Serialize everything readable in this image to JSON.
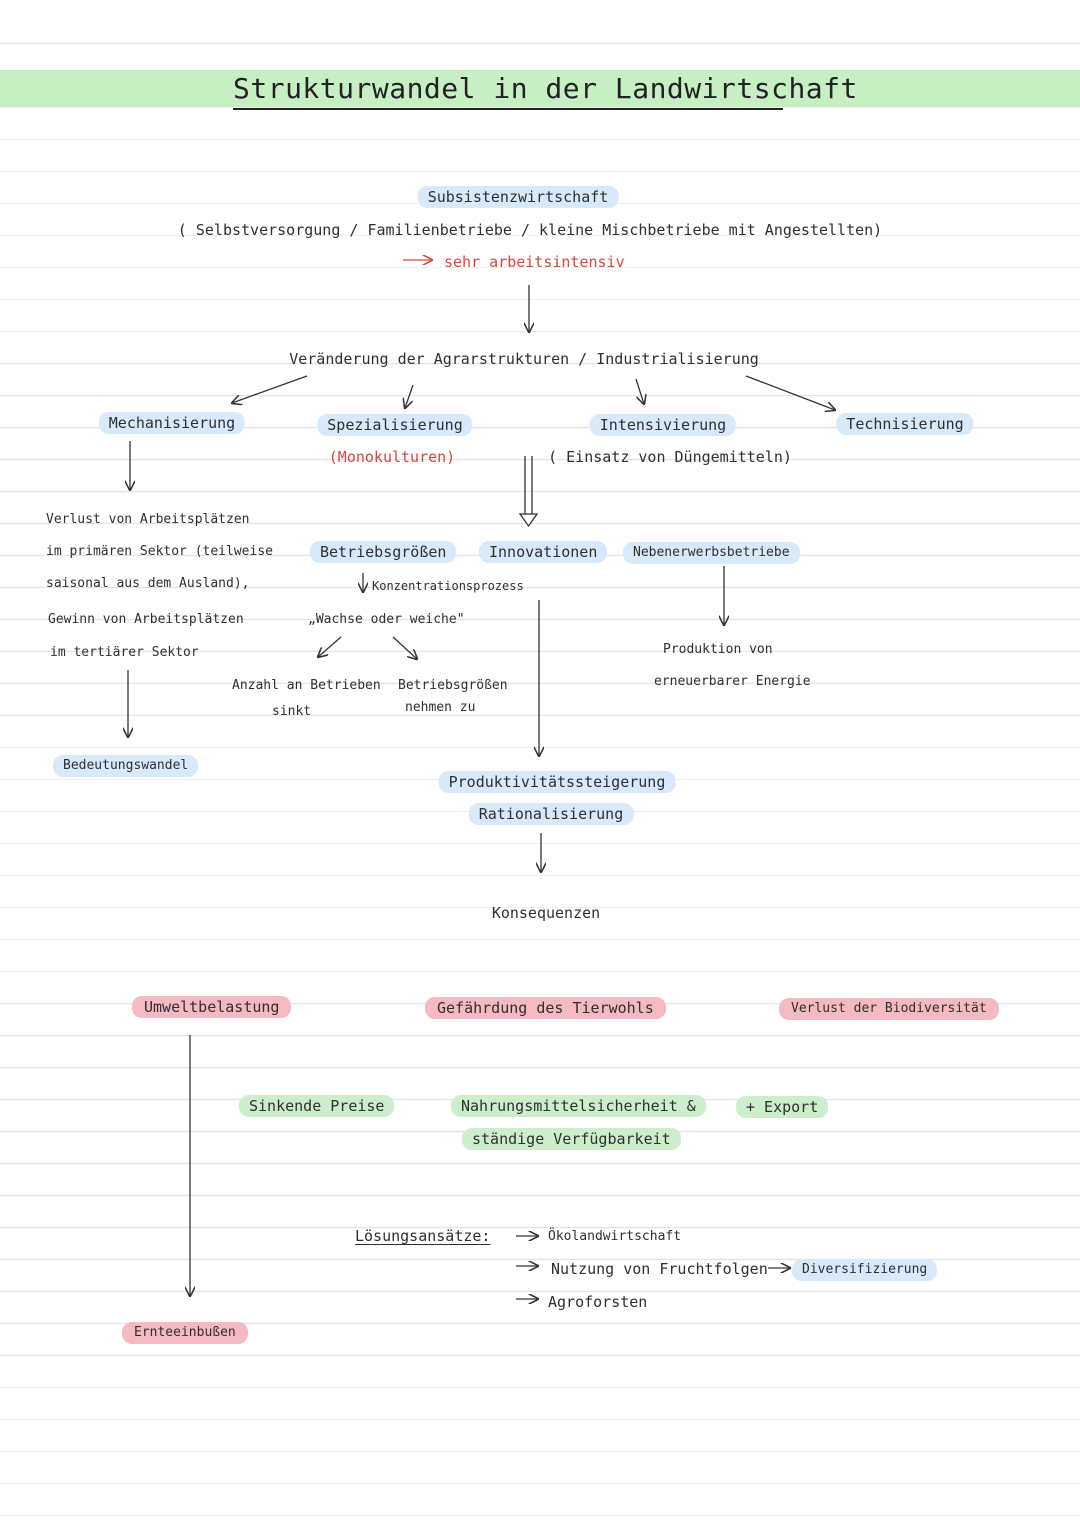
{
  "title": "Strukturwandel in der Landwirtschaft",
  "subsistence": {
    "label": "Subsistenzwirtschaft",
    "detail": "( Selbstversorgung / Familienbetriebe / kleine Mischbetriebe mit Angestellten)",
    "note": "sehr arbeitsintensiv"
  },
  "change": {
    "label": "Veränderung der Agrarstrukturen / Industrialisierung"
  },
  "branches": {
    "mechanisierung": "Mechanisierung",
    "spezialisierung": "Spezialisierung",
    "monokulturen": "(Monokulturen)",
    "intensivierung": "Intensivierung",
    "duengemittel": "( Einsatz von Düngemitteln)",
    "technisierung": "Technisierung"
  },
  "mechanisierung_effects": {
    "lines": [
      "Verlust von Arbeitsplätzen",
      "im primären Sektor (teilweise",
      "saisonal aus dem Ausland),",
      "Gewinn von Arbeitsplätzen",
      "im tertiärer Sektor"
    ],
    "result": "Bedeutungswandel"
  },
  "middle": {
    "betriebsgroessen": "Betriebsgrößen",
    "innovationen": "Innovationen",
    "nebenerwerb": "Nebenerwerbsbetriebe",
    "konzentration": "Konzentrationsprozess",
    "wachse": "„Wachse oder weiche\"",
    "anzahl_line1": "Anzahl an Betrieben",
    "anzahl_line2": "sinkt",
    "groessen_line1": "Betriebsgrößen",
    "groessen_line2": "nehmen zu",
    "produktion_line1": "Produktion von",
    "produktion_line2": "erneuerbarer Energie"
  },
  "productivity": {
    "steigerung": "Produktivitätssteigerung",
    "rationalisierung": "Rationalisierung",
    "konsequenzen": "Konsequenzen"
  },
  "consequences": {
    "negative": [
      "Umweltbelastung",
      "Gefährdung des Tierwohls",
      "Verlust der Biodiversität"
    ],
    "positive": [
      "Sinkende Preise",
      "Nahrungsmittelsicherheit &",
      "ständige Verfügbarkeit",
      "+ Export"
    ],
    "ernteeinbussen": "Ernteeinbußen"
  },
  "solutions": {
    "label": "Lösungsansätze:",
    "items": [
      "Ökolandwirtschaft",
      "Nutzung von Fruchtfolgen",
      "Agroforsten"
    ],
    "diversifizierung": "Diversifizierung"
  },
  "colors": {
    "title_band": "#c6efc3",
    "highlight_blue": "#d7e9fb",
    "highlight_green": "#cdeecb",
    "highlight_red": "#f4b9c1",
    "accent_red": "#d9453e"
  }
}
